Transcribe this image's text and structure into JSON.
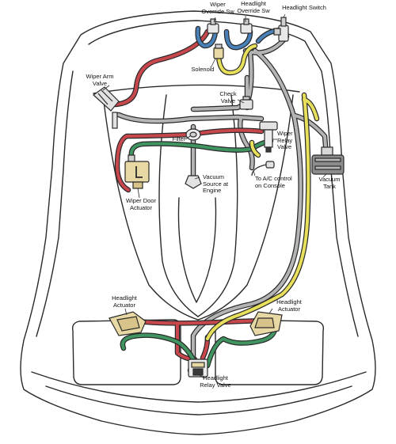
{
  "colors": {
    "line": "#2a2a2a",
    "red": "#c8474c",
    "blue": "#4a80b8",
    "yellow": "#e8e05a",
    "green": "#3f9460",
    "gray": "#a0a0a0",
    "tan": "#e8d9a4",
    "background": "#ffffff"
  },
  "labels": {
    "wiper_override_sw": "Wiper\nOverride Sw",
    "headlight_override_sw": "Headlight\nOverride Sw",
    "headlight_switch": "Headlight Switch",
    "wiper_arm_valve": "Wiper Arm\nValve",
    "solenoid": "Solenoid",
    "check_valve": "Check\nValve",
    "filter": "Filter",
    "wiper_relay_valve": "Wiper\nRelay\nValve",
    "vacuum_source": "Vacuum\nSource at\nEngine",
    "ac_control": "To A/C control\non Console",
    "vacuum_tank": "Vacuum\nTank",
    "wiper_door_actuator": "Wiper Door\nActuator",
    "headlight_actuator_left": "Headlight\nActuator",
    "headlight_actuator_right": "Headlight\nActuator",
    "headlight_relay_valve": "Headlight\nRelay Valve"
  }
}
